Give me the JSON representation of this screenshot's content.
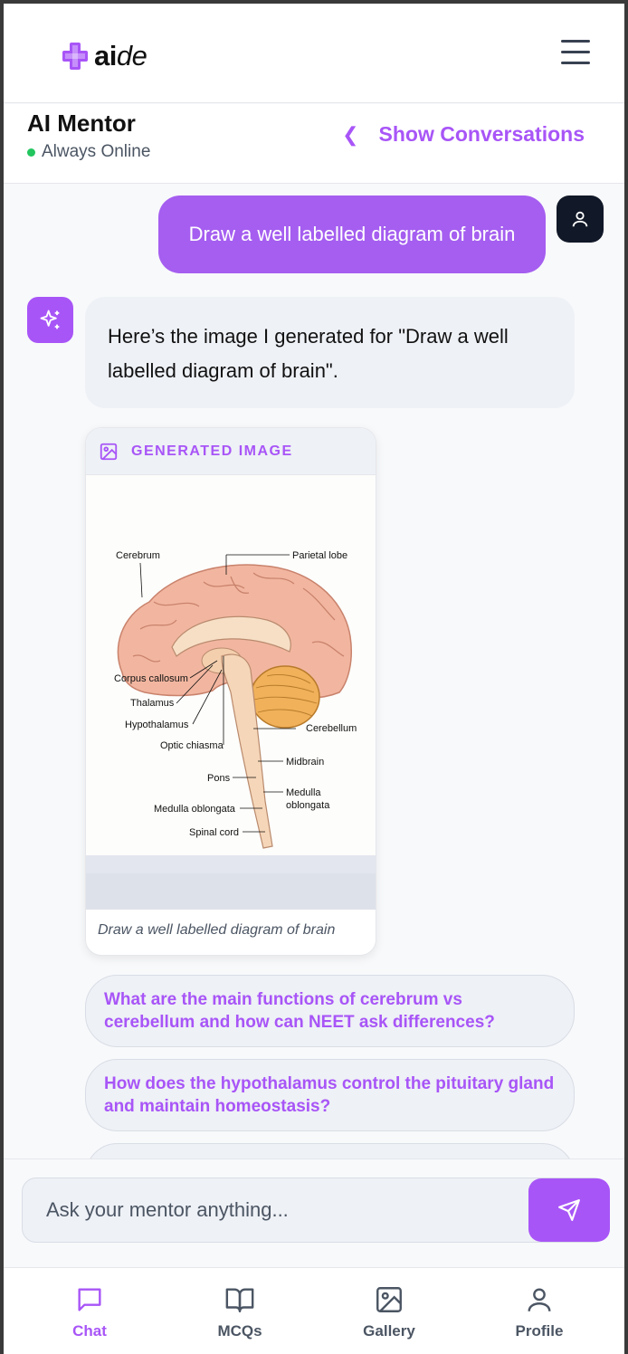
{
  "app": {
    "logo_text": "ai",
    "logo_text_italic": "de"
  },
  "header": {
    "title": "AI Mentor",
    "status": "Always Online",
    "show_conversations": "Show Conversations"
  },
  "chat": {
    "user_message": "Draw a well labelled diagram of brain",
    "ai_message": "Here’s the image I generated for \"Draw a well labelled diagram of brain\".",
    "generated_image": {
      "header": "GENERATED IMAGE",
      "caption": "Draw a well labelled diagram of brain",
      "labels": {
        "cerebrum": "Cerebrum",
        "parietal": "Parietal lobe",
        "corpus": "Corpus callosum",
        "thalamus": "Thalamus",
        "hypothalamus": "Hypothalamus",
        "cerebellum": "Cerebellum",
        "optic": "Optic chiasma",
        "midbrain": "Midbrain",
        "pons": "Pons",
        "medulla_r1": "Medulla",
        "medulla_r2": "oblongata",
        "medulla_l": "Medulla oblongata",
        "spinal": "Spinal cord"
      }
    },
    "suggestions": [
      "What are the main functions of cerebrum vs cerebellum and how can NEET ask differences?",
      "How does the hypothalamus control the pituitary gland and maintain homeostasis?",
      ""
    ]
  },
  "input": {
    "placeholder": "Ask your mentor anything..."
  },
  "nav": [
    {
      "label": "Chat",
      "icon": "chat-icon",
      "active": true
    },
    {
      "label": "MCQs",
      "icon": "book-icon",
      "active": false
    },
    {
      "label": "Gallery",
      "icon": "image-icon",
      "active": false
    },
    {
      "label": "Profile",
      "icon": "user-icon",
      "active": false
    }
  ],
  "colors": {
    "accent": "#a855f7",
    "online": "#22c55e",
    "dark": "#111827"
  }
}
